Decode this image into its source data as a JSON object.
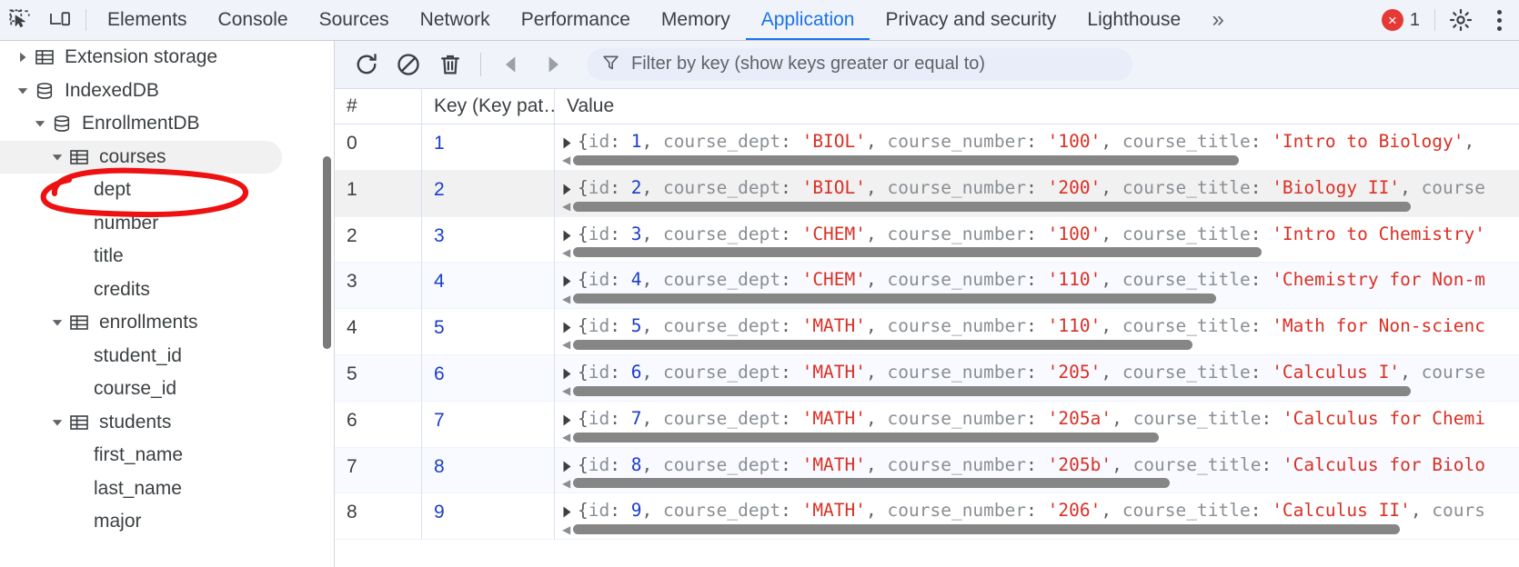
{
  "toolbar": {
    "inspect_icon": "inspect-element-icon",
    "device_icon": "device-toolbar-icon",
    "tabs": [
      {
        "label": "Elements",
        "active": false
      },
      {
        "label": "Console",
        "active": false
      },
      {
        "label": "Sources",
        "active": false
      },
      {
        "label": "Network",
        "active": false
      },
      {
        "label": "Performance",
        "active": false
      },
      {
        "label": "Memory",
        "active": false
      },
      {
        "label": "Application",
        "active": true
      },
      {
        "label": "Privacy and security",
        "active": false
      },
      {
        "label": "Lighthouse",
        "active": false
      }
    ],
    "more_tabs_glyph": "»",
    "error_count": "1",
    "error_glyph": "×",
    "settings_icon": "gear-icon",
    "more_options_icon": "kebab-menu-icon",
    "error_color": "#e53935",
    "accent_color": "#1a73e8"
  },
  "sidebar": {
    "items": [
      {
        "label": "Extension storage",
        "depth": 0,
        "twisty": "collapsed",
        "icon": "table-icon",
        "selected": false
      },
      {
        "label": "IndexedDB",
        "depth": 0,
        "twisty": "expanded",
        "icon": "database-icon",
        "selected": false
      },
      {
        "label": "EnrollmentDB",
        "depth": 1,
        "twisty": "expanded",
        "icon": "database-icon",
        "selected": false
      },
      {
        "label": "courses",
        "depth": 2,
        "twisty": "expanded",
        "icon": "table-icon",
        "selected": true
      },
      {
        "label": "dept",
        "depth": 3,
        "twisty": "none",
        "icon": "none",
        "selected": false
      },
      {
        "label": "number",
        "depth": 3,
        "twisty": "none",
        "icon": "none",
        "selected": false
      },
      {
        "label": "title",
        "depth": 3,
        "twisty": "none",
        "icon": "none",
        "selected": false
      },
      {
        "label": "credits",
        "depth": 3,
        "twisty": "none",
        "icon": "none",
        "selected": false
      },
      {
        "label": "enrollments",
        "depth": 2,
        "twisty": "expanded",
        "icon": "table-icon",
        "selected": false
      },
      {
        "label": "student_id",
        "depth": 3,
        "twisty": "none",
        "icon": "none",
        "selected": false
      },
      {
        "label": "course_id",
        "depth": 3,
        "twisty": "none",
        "icon": "none",
        "selected": false
      },
      {
        "label": "students",
        "depth": 2,
        "twisty": "expanded",
        "icon": "table-icon",
        "selected": false
      },
      {
        "label": "first_name",
        "depth": 3,
        "twisty": "none",
        "icon": "none",
        "selected": false
      },
      {
        "label": "last_name",
        "depth": 3,
        "twisty": "none",
        "icon": "none",
        "selected": false
      },
      {
        "label": "major",
        "depth": 3,
        "twisty": "none",
        "icon": "none",
        "selected": false
      }
    ],
    "annotation": {
      "shape": "hand-drawn-red-ellipse",
      "target": "courses",
      "color": "#ee1111"
    }
  },
  "data_toolbar": {
    "refresh_icon": "refresh-icon",
    "clear_icon": "clear-object-store-icon",
    "delete_icon": "delete-selected-icon",
    "prev_icon": "previous-page-icon",
    "next_icon": "next-page-icon",
    "filter_icon": "filter-icon",
    "filter_placeholder": "Filter by key (show keys greater or equal to)",
    "filter_value": ""
  },
  "grid": {
    "columns": [
      "#",
      "Key (Key pat…",
      "Value"
    ],
    "rows": [
      {
        "index": "0",
        "key": "1",
        "hover": false,
        "scroll_pct": 58,
        "value_tokens": [
          {
            "t": "{",
            "c": "brace"
          },
          {
            "t": "id",
            "c": "key"
          },
          {
            "t": ": ",
            "c": "punc"
          },
          {
            "t": "1",
            "c": "num"
          },
          {
            "t": ", ",
            "c": "punc"
          },
          {
            "t": "course_dept",
            "c": "key"
          },
          {
            "t": ": ",
            "c": "punc"
          },
          {
            "t": "'BIOL'",
            "c": "str"
          },
          {
            "t": ", ",
            "c": "punc"
          },
          {
            "t": "course_number",
            "c": "key"
          },
          {
            "t": ": ",
            "c": "punc"
          },
          {
            "t": "'100'",
            "c": "str"
          },
          {
            "t": ", ",
            "c": "punc"
          },
          {
            "t": "course_title",
            "c": "key"
          },
          {
            "t": ": ",
            "c": "punc"
          },
          {
            "t": "'Intro to Biology'",
            "c": "str"
          },
          {
            "t": ",",
            "c": "punc"
          }
        ]
      },
      {
        "index": "1",
        "key": "2",
        "hover": true,
        "scroll_pct": 73,
        "value_tokens": [
          {
            "t": "{",
            "c": "brace"
          },
          {
            "t": "id",
            "c": "key"
          },
          {
            "t": ": ",
            "c": "punc"
          },
          {
            "t": "2",
            "c": "num"
          },
          {
            "t": ", ",
            "c": "punc"
          },
          {
            "t": "course_dept",
            "c": "key"
          },
          {
            "t": ": ",
            "c": "punc"
          },
          {
            "t": "'BIOL'",
            "c": "str"
          },
          {
            "t": ", ",
            "c": "punc"
          },
          {
            "t": "course_number",
            "c": "key"
          },
          {
            "t": ": ",
            "c": "punc"
          },
          {
            "t": "'200'",
            "c": "str"
          },
          {
            "t": ", ",
            "c": "punc"
          },
          {
            "t": "course_title",
            "c": "key"
          },
          {
            "t": ": ",
            "c": "punc"
          },
          {
            "t": "'Biology II'",
            "c": "str"
          },
          {
            "t": ", ",
            "c": "punc"
          },
          {
            "t": "course",
            "c": "key"
          }
        ]
      },
      {
        "index": "2",
        "key": "3",
        "hover": false,
        "scroll_pct": 60,
        "value_tokens": [
          {
            "t": "{",
            "c": "brace"
          },
          {
            "t": "id",
            "c": "key"
          },
          {
            "t": ": ",
            "c": "punc"
          },
          {
            "t": "3",
            "c": "num"
          },
          {
            "t": ", ",
            "c": "punc"
          },
          {
            "t": "course_dept",
            "c": "key"
          },
          {
            "t": ": ",
            "c": "punc"
          },
          {
            "t": "'CHEM'",
            "c": "str"
          },
          {
            "t": ", ",
            "c": "punc"
          },
          {
            "t": "course_number",
            "c": "key"
          },
          {
            "t": ": ",
            "c": "punc"
          },
          {
            "t": "'100'",
            "c": "str"
          },
          {
            "t": ", ",
            "c": "punc"
          },
          {
            "t": "course_title",
            "c": "key"
          },
          {
            "t": ": ",
            "c": "punc"
          },
          {
            "t": "'Intro to Chemistry'",
            "c": "str"
          }
        ]
      },
      {
        "index": "3",
        "key": "4",
        "hover": false,
        "scroll_pct": 56,
        "value_tokens": [
          {
            "t": "{",
            "c": "brace"
          },
          {
            "t": "id",
            "c": "key"
          },
          {
            "t": ": ",
            "c": "punc"
          },
          {
            "t": "4",
            "c": "num"
          },
          {
            "t": ", ",
            "c": "punc"
          },
          {
            "t": "course_dept",
            "c": "key"
          },
          {
            "t": ": ",
            "c": "punc"
          },
          {
            "t": "'CHEM'",
            "c": "str"
          },
          {
            "t": ", ",
            "c": "punc"
          },
          {
            "t": "course_number",
            "c": "key"
          },
          {
            "t": ": ",
            "c": "punc"
          },
          {
            "t": "'110'",
            "c": "str"
          },
          {
            "t": ", ",
            "c": "punc"
          },
          {
            "t": "course_title",
            "c": "key"
          },
          {
            "t": ": ",
            "c": "punc"
          },
          {
            "t": "'Chemistry for Non-m",
            "c": "str"
          }
        ]
      },
      {
        "index": "4",
        "key": "5",
        "hover": false,
        "scroll_pct": 54,
        "value_tokens": [
          {
            "t": "{",
            "c": "brace"
          },
          {
            "t": "id",
            "c": "key"
          },
          {
            "t": ": ",
            "c": "punc"
          },
          {
            "t": "5",
            "c": "num"
          },
          {
            "t": ", ",
            "c": "punc"
          },
          {
            "t": "course_dept",
            "c": "key"
          },
          {
            "t": ": ",
            "c": "punc"
          },
          {
            "t": "'MATH'",
            "c": "str"
          },
          {
            "t": ", ",
            "c": "punc"
          },
          {
            "t": "course_number",
            "c": "key"
          },
          {
            "t": ": ",
            "c": "punc"
          },
          {
            "t": "'110'",
            "c": "str"
          },
          {
            "t": ", ",
            "c": "punc"
          },
          {
            "t": "course_title",
            "c": "key"
          },
          {
            "t": ": ",
            "c": "punc"
          },
          {
            "t": "'Math for Non-scienc",
            "c": "str"
          }
        ]
      },
      {
        "index": "5",
        "key": "6",
        "hover": false,
        "scroll_pct": 73,
        "value_tokens": [
          {
            "t": "{",
            "c": "brace"
          },
          {
            "t": "id",
            "c": "key"
          },
          {
            "t": ": ",
            "c": "punc"
          },
          {
            "t": "6",
            "c": "num"
          },
          {
            "t": ", ",
            "c": "punc"
          },
          {
            "t": "course_dept",
            "c": "key"
          },
          {
            "t": ": ",
            "c": "punc"
          },
          {
            "t": "'MATH'",
            "c": "str"
          },
          {
            "t": ", ",
            "c": "punc"
          },
          {
            "t": "course_number",
            "c": "key"
          },
          {
            "t": ": ",
            "c": "punc"
          },
          {
            "t": "'205'",
            "c": "str"
          },
          {
            "t": ", ",
            "c": "punc"
          },
          {
            "t": "course_title",
            "c": "key"
          },
          {
            "t": ": ",
            "c": "punc"
          },
          {
            "t": "'Calculus I'",
            "c": "str"
          },
          {
            "t": ", ",
            "c": "punc"
          },
          {
            "t": "course",
            "c": "key"
          }
        ]
      },
      {
        "index": "6",
        "key": "7",
        "hover": false,
        "scroll_pct": 51,
        "value_tokens": [
          {
            "t": "{",
            "c": "brace"
          },
          {
            "t": "id",
            "c": "key"
          },
          {
            "t": ": ",
            "c": "punc"
          },
          {
            "t": "7",
            "c": "num"
          },
          {
            "t": ", ",
            "c": "punc"
          },
          {
            "t": "course_dept",
            "c": "key"
          },
          {
            "t": ": ",
            "c": "punc"
          },
          {
            "t": "'MATH'",
            "c": "str"
          },
          {
            "t": ", ",
            "c": "punc"
          },
          {
            "t": "course_number",
            "c": "key"
          },
          {
            "t": ": ",
            "c": "punc"
          },
          {
            "t": "'205a'",
            "c": "str"
          },
          {
            "t": ", ",
            "c": "punc"
          },
          {
            "t": "course_title",
            "c": "key"
          },
          {
            "t": ": ",
            "c": "punc"
          },
          {
            "t": "'Calculus for Chemi",
            "c": "str"
          }
        ]
      },
      {
        "index": "7",
        "key": "8",
        "hover": false,
        "scroll_pct": 52,
        "value_tokens": [
          {
            "t": "{",
            "c": "brace"
          },
          {
            "t": "id",
            "c": "key"
          },
          {
            "t": ": ",
            "c": "punc"
          },
          {
            "t": "8",
            "c": "num"
          },
          {
            "t": ", ",
            "c": "punc"
          },
          {
            "t": "course_dept",
            "c": "key"
          },
          {
            "t": ": ",
            "c": "punc"
          },
          {
            "t": "'MATH'",
            "c": "str"
          },
          {
            "t": ", ",
            "c": "punc"
          },
          {
            "t": "course_number",
            "c": "key"
          },
          {
            "t": ": ",
            "c": "punc"
          },
          {
            "t": "'205b'",
            "c": "str"
          },
          {
            "t": ", ",
            "c": "punc"
          },
          {
            "t": "course_title",
            "c": "key"
          },
          {
            "t": ": ",
            "c": "punc"
          },
          {
            "t": "'Calculus for Biolo",
            "c": "str"
          }
        ]
      },
      {
        "index": "8",
        "key": "9",
        "hover": false,
        "scroll_pct": 72,
        "value_tokens": [
          {
            "t": "{",
            "c": "brace"
          },
          {
            "t": "id",
            "c": "key"
          },
          {
            "t": ": ",
            "c": "punc"
          },
          {
            "t": "9",
            "c": "num"
          },
          {
            "t": ", ",
            "c": "punc"
          },
          {
            "t": "course_dept",
            "c": "key"
          },
          {
            "t": ": ",
            "c": "punc"
          },
          {
            "t": "'MATH'",
            "c": "str"
          },
          {
            "t": ", ",
            "c": "punc"
          },
          {
            "t": "course_number",
            "c": "key"
          },
          {
            "t": ": ",
            "c": "punc"
          },
          {
            "t": "'206'",
            "c": "str"
          },
          {
            "t": ", ",
            "c": "punc"
          },
          {
            "t": "course_title",
            "c": "key"
          },
          {
            "t": ": ",
            "c": "punc"
          },
          {
            "t": "'Calculus II'",
            "c": "str"
          },
          {
            "t": ", ",
            "c": "punc"
          },
          {
            "t": "cours",
            "c": "key"
          }
        ]
      }
    ]
  }
}
